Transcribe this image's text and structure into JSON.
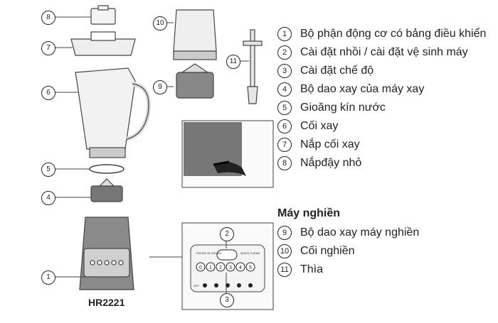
{
  "model": "HR2221",
  "legend": [
    {
      "num": "1",
      "text": "Bộ phận động cơ có bảng điều khiển"
    },
    {
      "num": "2",
      "text": "Cài đặt nhồi / cài đặt vệ sinh máy"
    },
    {
      "num": "3",
      "text": "Cài đặt chế độ"
    },
    {
      "num": "4",
      "text": "Bộ dao xay của máy xay"
    },
    {
      "num": "5",
      "text": "Gioăng kín nước"
    },
    {
      "num": "6",
      "text": "Cối xay"
    },
    {
      "num": "7",
      "text": "Nắp cối xay"
    },
    {
      "num": "8",
      "text": "Nắpđậy nhỏ"
    }
  ],
  "grinder_title": "Máy nghiền",
  "grinder_legend": [
    {
      "num": "9",
      "text": "Bộ dao xay máy nghiền"
    },
    {
      "num": "10",
      "text": "Cối nghiền"
    },
    {
      "num": "11",
      "text": "Thìa"
    }
  ],
  "panel": {
    "pulse_label": "PULSE/ HI-CRUSH",
    "clean_label": "QUICK CLEAN",
    "speeds": [
      "0",
      "1",
      "2",
      "3",
      "4",
      "5"
    ],
    "off_label": "OFF"
  },
  "callouts": [
    "1",
    "2",
    "3",
    "4",
    "5",
    "6",
    "7",
    "8",
    "9",
    "10",
    "11"
  ]
}
